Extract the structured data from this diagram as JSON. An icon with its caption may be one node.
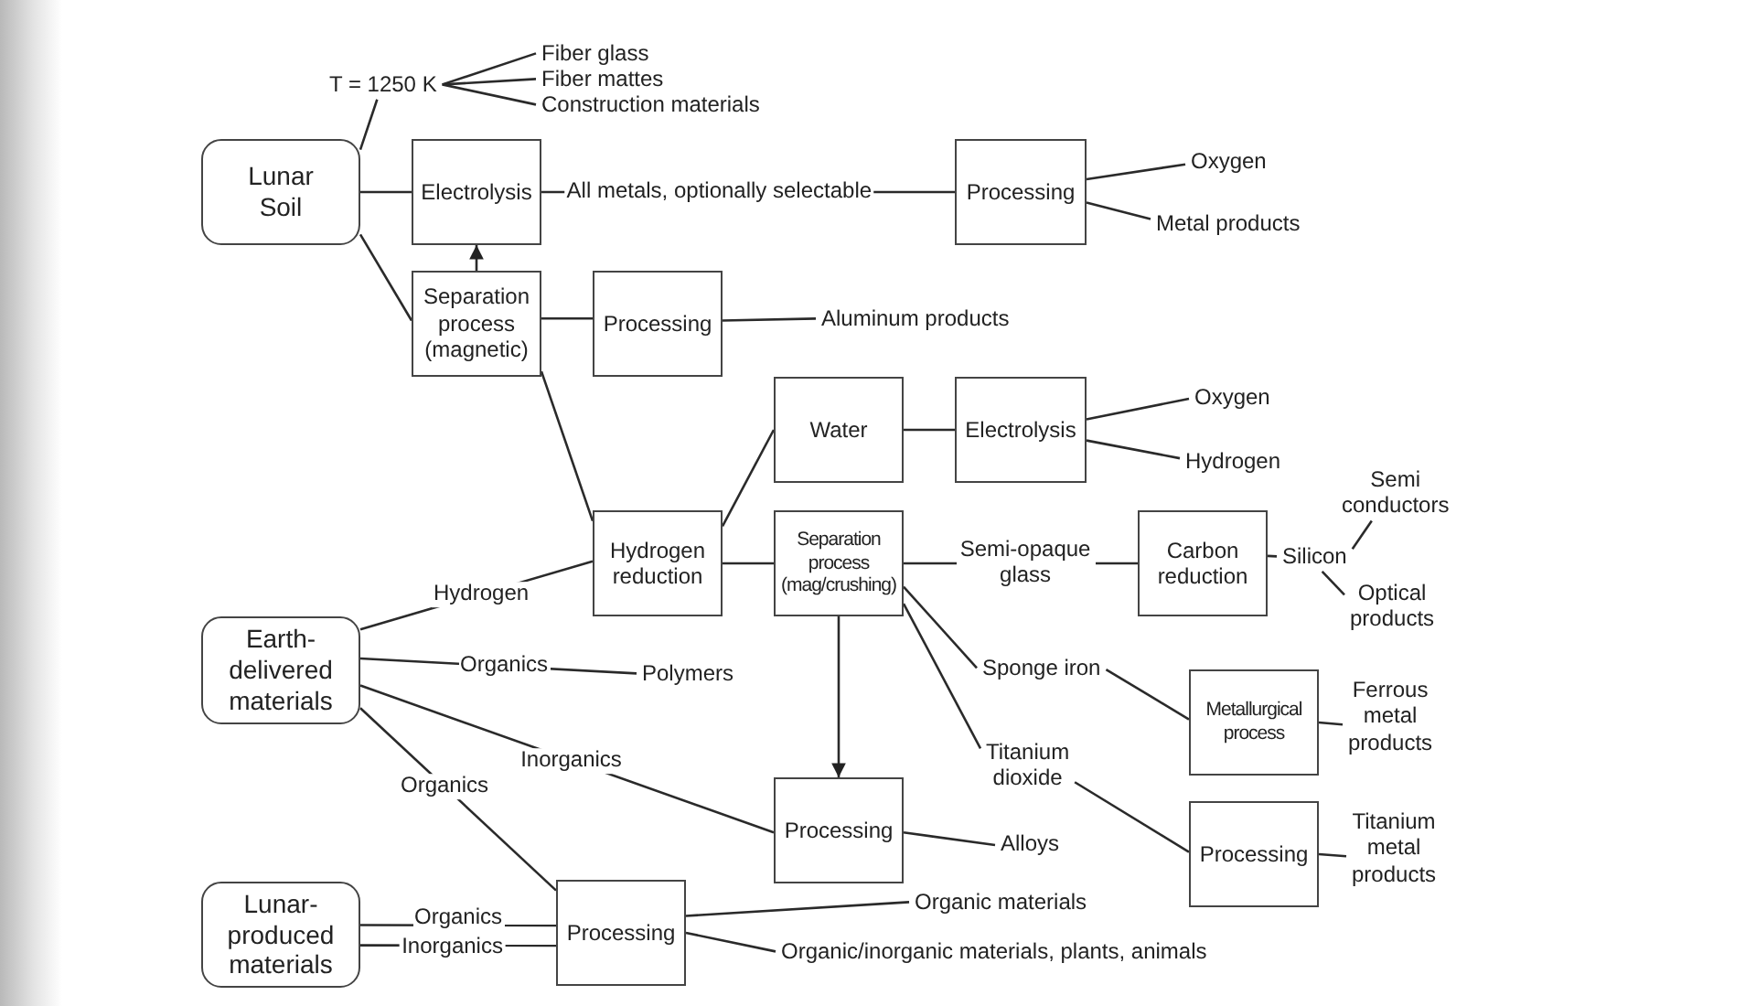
{
  "diagram": {
    "nodes": [
      {
        "text": [
          "T = 1250 K"
        ]
      },
      {
        "text": [
          "Fiber glass"
        ]
      },
      {
        "text": [
          "Fiber mattes"
        ]
      },
      {
        "text": [
          "Construction materials"
        ]
      },
      {
        "text": [
          "Lunar Soil"
        ]
      },
      {
        "text": [
          "Electrolysis"
        ]
      },
      {
        "text": [
          "Processing"
        ]
      },
      {
        "text": [
          "Oxygen"
        ]
      },
      {
        "text": [
          "Metal products"
        ]
      },
      {
        "text": [
          "Separation process (magnetic)"
        ]
      },
      {
        "text": [
          "Processing"
        ]
      },
      {
        "text": [
          "Aluminum products"
        ]
      },
      {
        "text": [
          "Water"
        ]
      },
      {
        "text": [
          "Electrolysis"
        ]
      },
      {
        "text": [
          "Oxygen"
        ]
      },
      {
        "text": [
          "Hydrogen"
        ]
      },
      {
        "text": [
          "Hydrogen reduction"
        ]
      },
      {
        "text": [
          "Separation process (mag/crushing)"
        ]
      },
      {
        "text": [
          "Carbon reduction"
        ]
      },
      {
        "text": [
          "Silicon"
        ]
      },
      {
        "text": [
          "Semi conductors"
        ]
      },
      {
        "text": [
          "Optical products"
        ]
      },
      {
        "text": [
          "Earth-delivered materials"
        ]
      },
      {
        "text": [
          "Polymers"
        ]
      },
      {
        "text": [
          "Sponge iron"
        ]
      },
      {
        "text": [
          "Metallurgical process"
        ]
      },
      {
        "text": [
          "Ferrous metal products"
        ]
      },
      {
        "text": [
          "Titanium dioxide"
        ]
      },
      {
        "text": [
          "Processing"
        ]
      },
      {
        "text": [
          "Alloys"
        ]
      },
      {
        "text": [
          "Processing"
        ]
      },
      {
        "text": [
          "Titanium metal products"
        ]
      },
      {
        "text": [
          "Lunar-produced materials"
        ]
      },
      {
        "text": [
          "Processing"
        ]
      },
      {
        "text": [
          "Organic materials"
        ]
      },
      {
        "text": [
          "Organic/inorganic materials, plants, animals"
        ]
      }
    ],
    "edges": [
      {
        "from": 4,
        "to": 0,
        "arrow": "none"
      },
      {
        "from": 0,
        "to": 1,
        "arrow": "none"
      },
      {
        "from": 0,
        "to": 2,
        "arrow": "none"
      },
      {
        "from": 0,
        "to": 3,
        "arrow": "none"
      },
      {
        "from": 4,
        "to": 5,
        "arrow": "none"
      },
      {
        "from": 5,
        "to": 6,
        "label": "All metals, optionally selectable",
        "arrow": "none"
      },
      {
        "from": 6,
        "to": 7,
        "arrow": "none"
      },
      {
        "from": 6,
        "to": 8,
        "arrow": "none"
      },
      {
        "from": 4,
        "to": 9,
        "arrow": "none"
      },
      {
        "from": 9,
        "to": 5,
        "arrow": "to"
      },
      {
        "from": 9,
        "to": 10,
        "arrow": "none"
      },
      {
        "from": 10,
        "to": 11,
        "arrow": "none"
      },
      {
        "from": 9,
        "to": 16,
        "arrow": "none"
      },
      {
        "from": 16,
        "to": 12,
        "arrow": "none"
      },
      {
        "from": 12,
        "to": 13,
        "arrow": "none"
      },
      {
        "from": 13,
        "to": 14,
        "arrow": "none"
      },
      {
        "from": 13,
        "to": 15,
        "arrow": "none"
      },
      {
        "from": 16,
        "to": 17,
        "arrow": "none"
      },
      {
        "from": 17,
        "to": 18,
        "label": "Semi-opaque glass",
        "arrow": "none"
      },
      {
        "from": 18,
        "to": 19,
        "arrow": "none"
      },
      {
        "from": 19,
        "to": 20,
        "arrow": "none"
      },
      {
        "from": 19,
        "to": 21,
        "arrow": "none"
      },
      {
        "from": 22,
        "to": 16,
        "label": "Hydrogen",
        "arrow": "none"
      },
      {
        "from": 22,
        "to": 23,
        "label": "Organics",
        "arrow": "none"
      },
      {
        "from": 22,
        "to": 28,
        "label": "Inorganics",
        "arrow": "none"
      },
      {
        "from": 22,
        "to": 33,
        "label": "Organics",
        "arrow": "none"
      },
      {
        "from": 17,
        "to": 24,
        "arrow": "none"
      },
      {
        "from": 17,
        "to": 27,
        "arrow": "none"
      },
      {
        "from": 17,
        "to": 28,
        "arrow": "to"
      },
      {
        "from": 24,
        "to": 25,
        "arrow": "none"
      },
      {
        "from": 25,
        "to": 26,
        "arrow": "none"
      },
      {
        "from": 27,
        "to": 30,
        "arrow": "none"
      },
      {
        "from": 30,
        "to": 31,
        "arrow": "none"
      },
      {
        "from": 28,
        "to": 29,
        "arrow": "none"
      },
      {
        "from": 32,
        "to": 33,
        "label": "Organics",
        "arrow": "none"
      },
      {
        "from": 32,
        "to": 33,
        "label": "Inorganics",
        "arrow": "none"
      },
      {
        "from": 33,
        "to": 34,
        "arrow": "none"
      },
      {
        "from": 33,
        "to": 35,
        "arrow": "none"
      }
    ]
  }
}
